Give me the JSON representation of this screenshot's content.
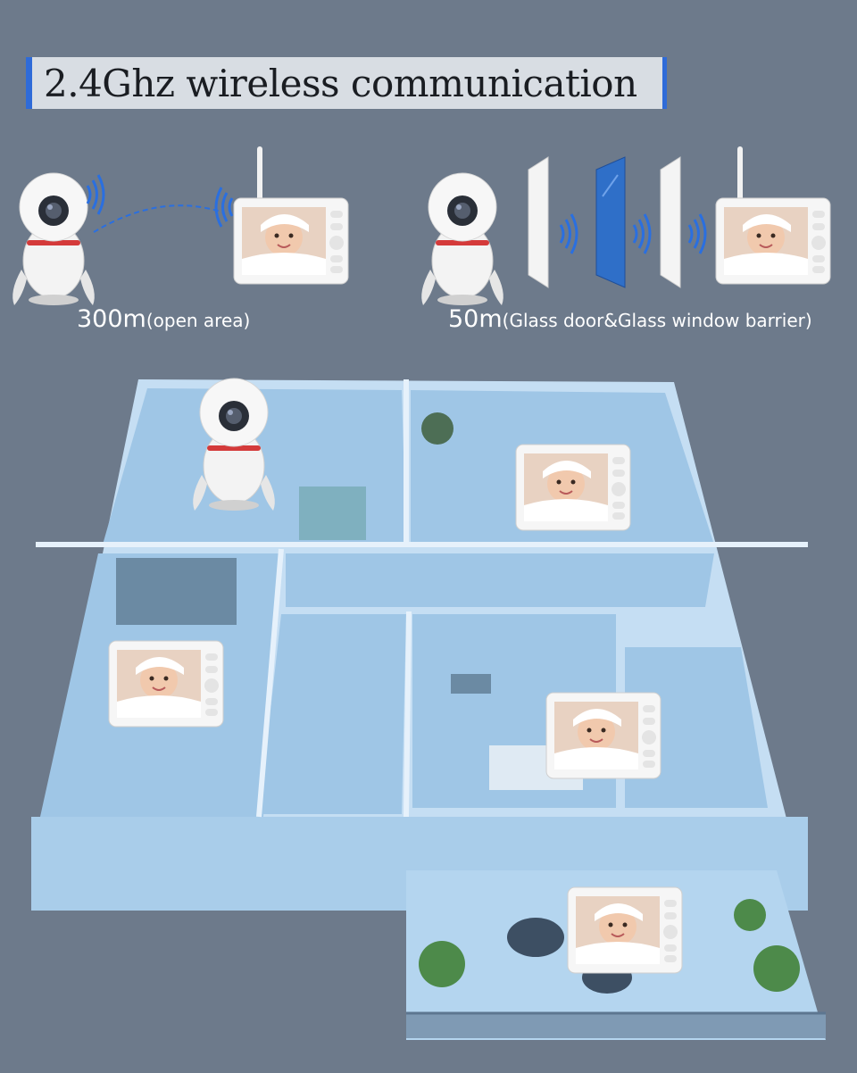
{
  "header": {
    "title": "2.4Ghz wireless communication"
  },
  "ranges": [
    {
      "distance": "300m",
      "condition": "(open area)"
    },
    {
      "distance": "50m",
      "condition": "(Glass door&Glass window barrier)"
    }
  ],
  "colors": {
    "background": "#6d7a8b",
    "accent": "#2f6bd8",
    "house": "#a9cdea",
    "signal": "#2a6fe0"
  },
  "icons": [
    "baby-camera-icon",
    "baby-monitor-icon",
    "wifi-signal-icon",
    "door-icon",
    "glass-window-icon",
    "house-floorplan"
  ]
}
